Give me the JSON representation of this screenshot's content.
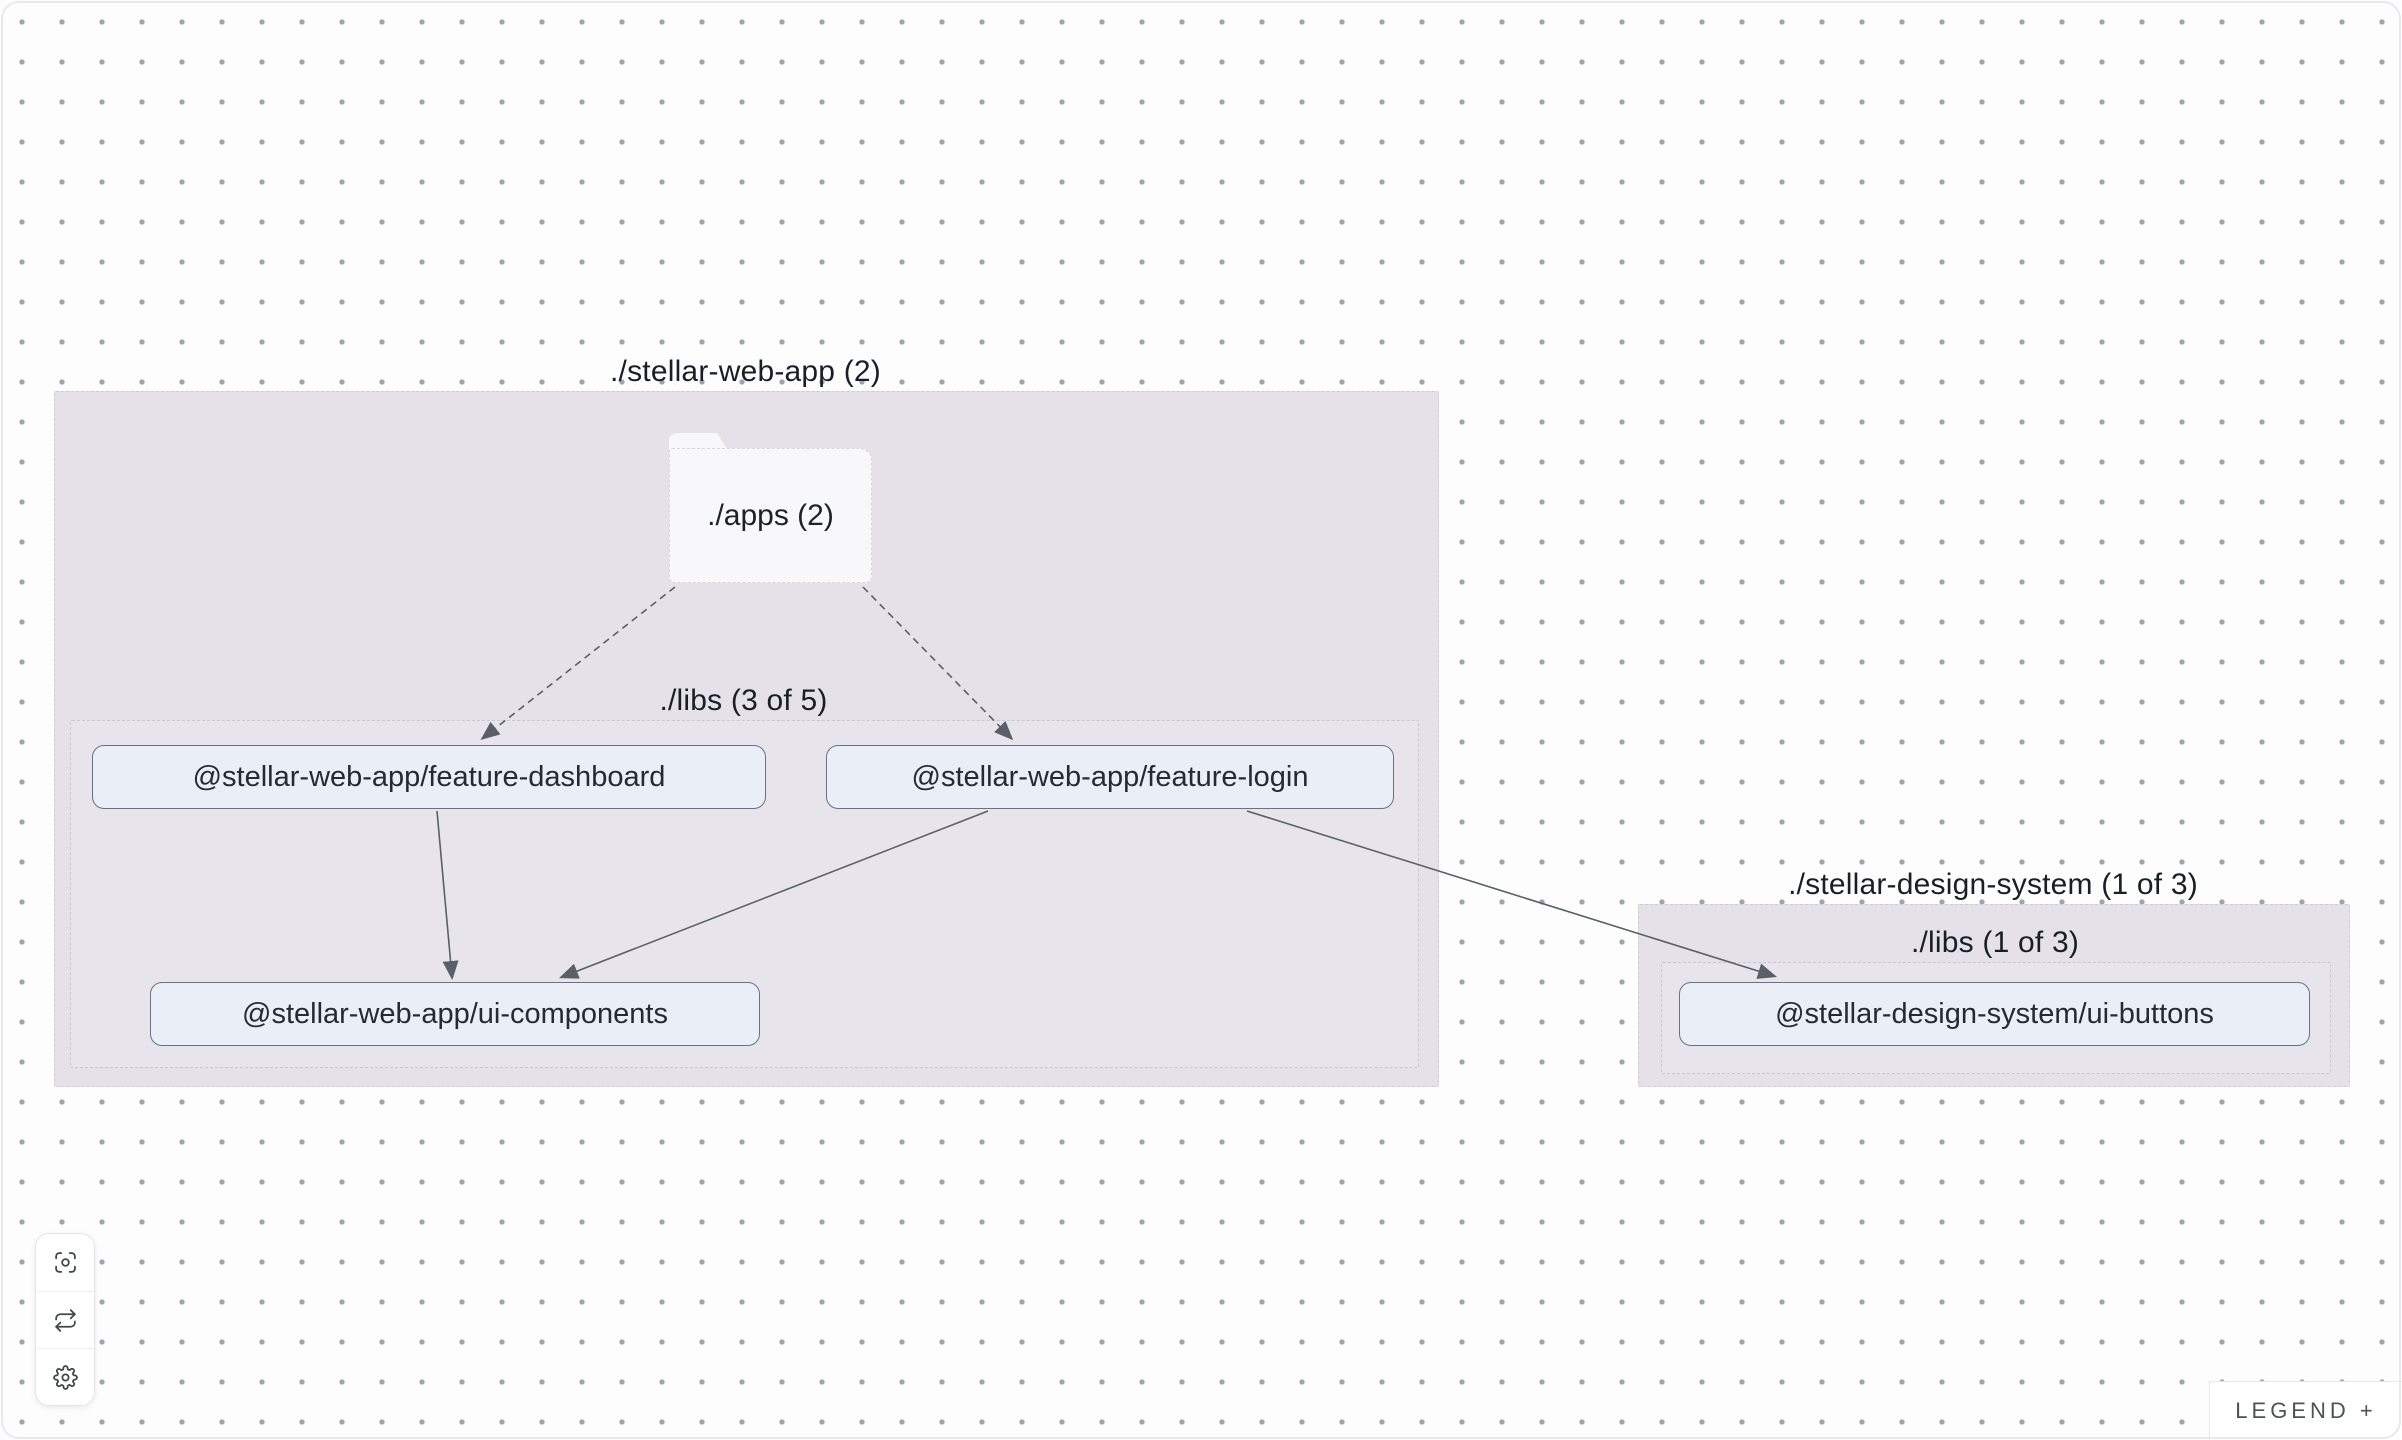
{
  "graph": {
    "groups": [
      {
        "name": "stellar-web-app",
        "label": "./stellar-web-app (2)",
        "folder": {
          "label": "./apps (2)"
        },
        "subgroup": {
          "label": "./libs (3 of 5)"
        },
        "nodes": [
          {
            "id": "feature-dashboard",
            "label": "@stellar-web-app/feature-dashboard"
          },
          {
            "id": "feature-login",
            "label": "@stellar-web-app/feature-login"
          },
          {
            "id": "ui-components",
            "label": "@stellar-web-app/ui-components"
          }
        ]
      },
      {
        "name": "stellar-design-system",
        "label": "./stellar-design-system (1 of 3)",
        "subgroup": {
          "label": "./libs (1 of 3)"
        },
        "nodes": [
          {
            "id": "ui-buttons",
            "label": "@stellar-design-system/ui-buttons"
          }
        ]
      }
    ],
    "edges": [
      {
        "from": "./apps",
        "to": "@stellar-web-app/feature-dashboard",
        "type": "dashed"
      },
      {
        "from": "./apps",
        "to": "@stellar-web-app/feature-login",
        "type": "dashed"
      },
      {
        "from": "@stellar-web-app/feature-dashboard",
        "to": "@stellar-web-app/ui-components",
        "type": "solid"
      },
      {
        "from": "@stellar-web-app/feature-login",
        "to": "@stellar-web-app/ui-components",
        "type": "solid"
      },
      {
        "from": "@stellar-web-app/feature-login",
        "to": "@stellar-design-system/ui-buttons",
        "type": "solid"
      }
    ]
  },
  "toolbar": {
    "buttons": [
      {
        "name": "focus"
      },
      {
        "name": "refresh"
      },
      {
        "name": "settings"
      }
    ]
  },
  "legend": {
    "label": "LEGEND +"
  },
  "colors": {
    "canvas_bg": "#fdfdfe",
    "dot": "#9ba6b5",
    "group_fill": "#e4e2e8",
    "subgroup_fill": "#e7e5eb",
    "folder_fill": "#f8f7fa",
    "node_fill": "#eaeef6",
    "node_border": "#6a7280",
    "edge": "#5a5f68",
    "label_text": "#1a1e25"
  }
}
